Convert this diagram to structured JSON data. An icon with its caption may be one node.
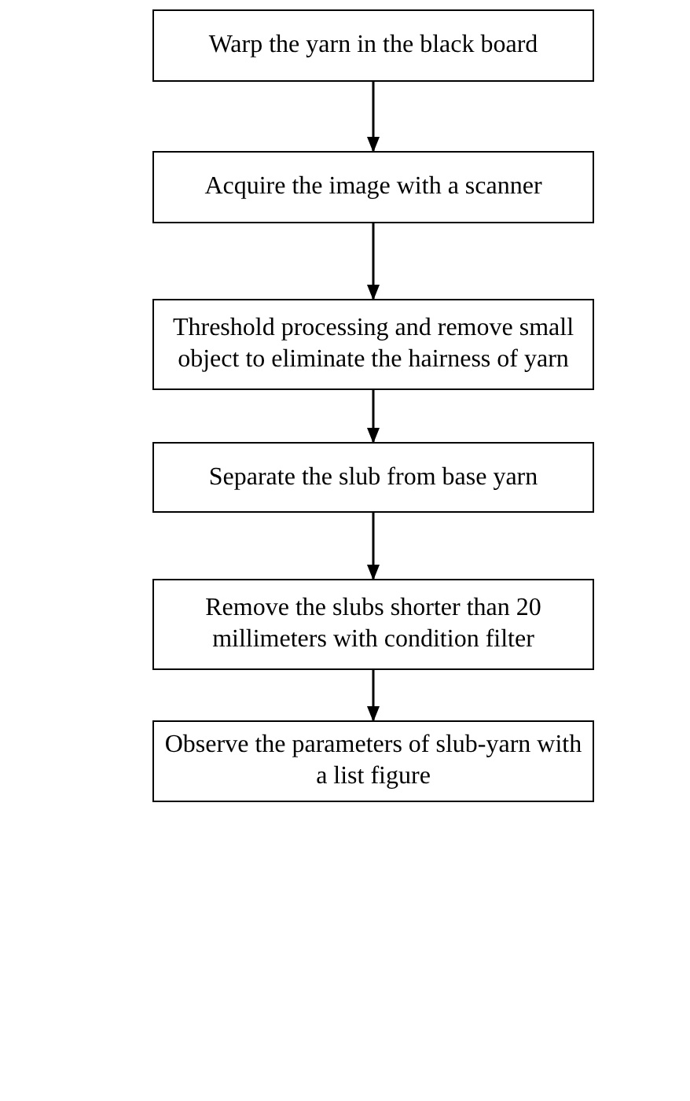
{
  "diagram": {
    "nodes": [
      {
        "text": [
          "Warp the yarn in the black board"
        ]
      },
      {
        "text": [
          "Acquire the image with a scanner"
        ]
      },
      {
        "text": [
          "Threshold processing and remove small object to eliminate the hairness of yarn"
        ]
      },
      {
        "text": [
          "Separate the slub from base yarn"
        ]
      },
      {
        "text": [
          "Remove the slubs shorter than 20 millimeters with condition filter"
        ]
      },
      {
        "text": [
          "Observe the parameters of slub-yarn with a list figure"
        ]
      }
    ],
    "edges": [
      {
        "from": 0,
        "to": 1,
        "arrow": "to"
      },
      {
        "from": 1,
        "to": 2,
        "arrow": "to"
      },
      {
        "from": 2,
        "to": 3,
        "arrow": "to"
      },
      {
        "from": 3,
        "to": 4,
        "arrow": "to"
      },
      {
        "from": 4,
        "to": 5,
        "arrow": "to"
      }
    ]
  }
}
